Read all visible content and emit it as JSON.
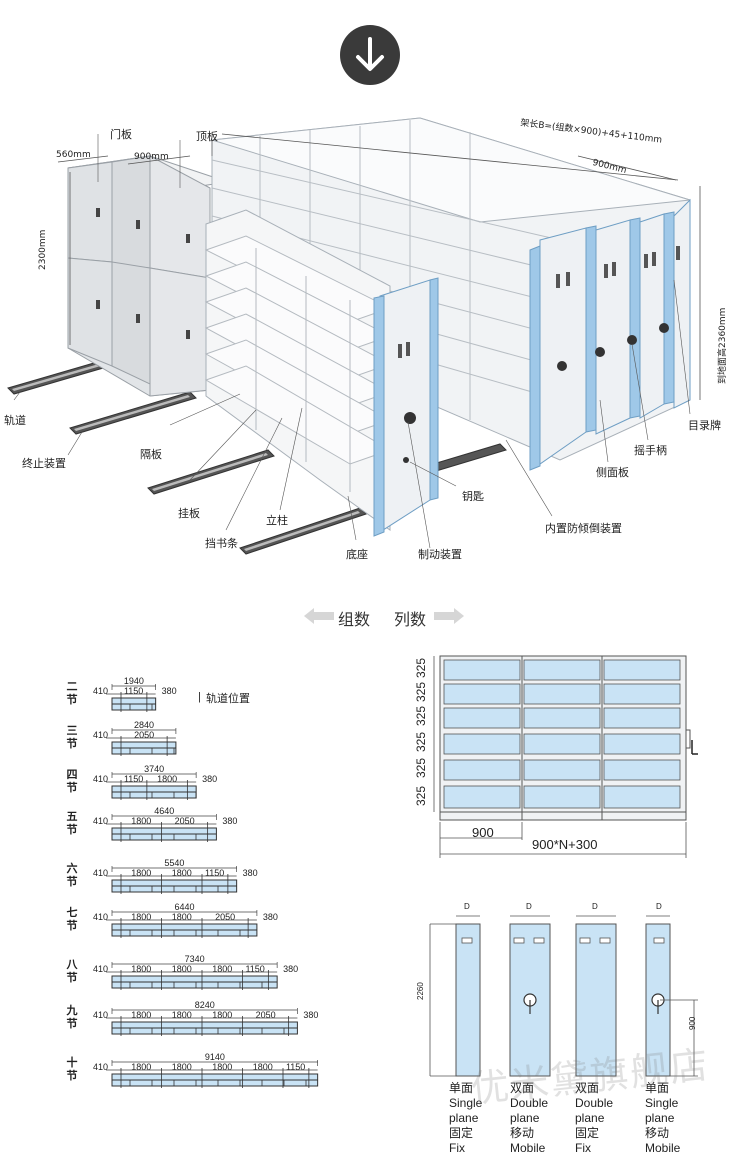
{
  "down_arrow_icon": "arrow-down-circle",
  "top_diagram": {
    "dims": {
      "depth": "560mm",
      "width": "900mm",
      "height": "2300mm",
      "rack_length": "架长B=(组数×900)+45+110mm",
      "width_right": "900mm",
      "floor_height": "到地面高2360mm"
    },
    "labels": {
      "door": "门板",
      "top": "顶板",
      "rail": "轨道",
      "end_stop": "终止装置",
      "partition": "隔板",
      "hanger": "挂板",
      "book_strip": "挡书条",
      "column": "立柱",
      "base": "底座",
      "brake": "制动装置",
      "key": "钥匙",
      "anti_tilt": "内置防倾倒装置",
      "side_panel": "侧面板",
      "crank": "摇手柄",
      "catalog": "目录牌"
    }
  },
  "divider": {
    "groups": "组数",
    "columns": "列数"
  },
  "rail_label": "轨道位置",
  "rows": [
    {
      "label": "二节",
      "total": "1940",
      "left": "410",
      "right": "380",
      "segs": [
        "1150"
      ]
    },
    {
      "label": "三节",
      "total": "2840",
      "left": "410",
      "right": "",
      "segs": [
        "2050"
      ]
    },
    {
      "label": "四节",
      "total": "3740",
      "left": "410",
      "right": "380",
      "segs": [
        "1150",
        "1800"
      ]
    },
    {
      "label": "五节",
      "total": "4640",
      "left": "410",
      "right": "380",
      "segs": [
        "1800",
        "2050"
      ]
    },
    {
      "label": "六节",
      "total": "5540",
      "left": "410",
      "right": "380",
      "segs": [
        "1800",
        "1800",
        "1150"
      ]
    },
    {
      "label": "七节",
      "total": "6440",
      "left": "410",
      "right": "380",
      "segs": [
        "1800",
        "1800",
        "2050"
      ]
    },
    {
      "label": "八节",
      "total": "7340",
      "left": "410",
      "right": "380",
      "segs": [
        "1800",
        "1800",
        "1800",
        "1150"
      ]
    },
    {
      "label": "九节",
      "total": "8240",
      "left": "410",
      "right": "380",
      "segs": [
        "1800",
        "1800",
        "1800",
        "2050"
      ]
    },
    {
      "label": "十节",
      "total": "9140",
      "left": "410",
      "right": "",
      "segs": [
        "1800",
        "1800",
        "1800",
        "1800",
        "1150"
      ]
    }
  ],
  "front_view": {
    "row_heights": [
      "325",
      "325",
      "325",
      "325",
      "325",
      "325"
    ],
    "col_width": "900",
    "total_width": "900*N+300"
  },
  "side_views": {
    "height": "2260",
    "crank_height": "900",
    "depth_mark": "D",
    "captions": [
      [
        "单面",
        "Single",
        "plane",
        "固定",
        "Fix"
      ],
      [
        "双面",
        "Double",
        "plane",
        "移动",
        "Mobile"
      ],
      [
        "双面",
        "Double",
        "plane",
        "固定",
        "Fix"
      ],
      [
        "单面",
        "Single",
        "plane",
        "移动",
        "Mobile"
      ]
    ]
  },
  "watermark": "优米黛旗舰店",
  "colors": {
    "panel_blue": "#9fc8e8",
    "light_blue": "#d6ebf7",
    "cabinet_grey": "#e6e8ea"
  }
}
